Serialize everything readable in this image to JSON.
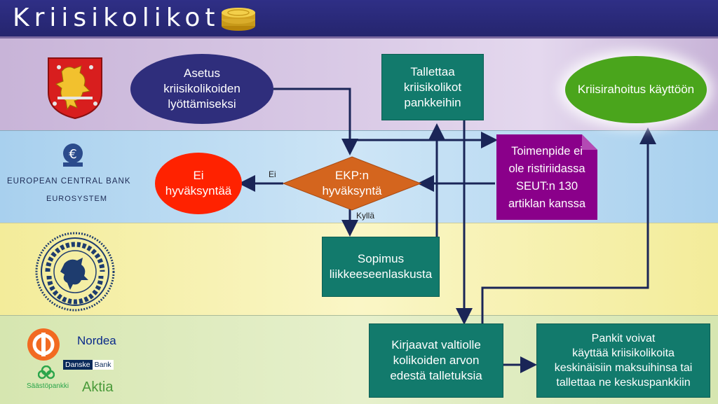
{
  "title": "Kriisikolikot",
  "logos": {
    "ecb_line1": "EUROPEAN CENTRAL BANK",
    "ecb_line2": "EUROSYSTEM",
    "nordea": "Nordea",
    "danske_left": "Danske",
    "danske_right": "Bank",
    "saastopankki": "Säästöpankki",
    "aktia": "Aktia"
  },
  "nodes": {
    "decree": [
      "Asetus",
      "kriisikolikoiden",
      "lyöttämiseksi"
    ],
    "deposit": [
      "Tallettaa",
      "kriisikolikot",
      "pankkeihin"
    ],
    "crisis_funding": "Kriisirahoitus käyttöön",
    "no_approval": [
      "Ei",
      "hyväksyntää"
    ],
    "ecb_approval": [
      "EKP:n",
      "hyväksyntä"
    ],
    "measure": [
      "Toimenpide ei",
      "ole ristiriidassa",
      "SEUT:n 130",
      "artiklan kanssa"
    ],
    "agreement": [
      "Sopimus",
      "liikkeeseenlaskusta"
    ],
    "record": [
      "Kirjaavat valtiolle",
      "kolikoiden arvon",
      "edestä talletuksia"
    ],
    "banks_use": [
      "Pankit voivat",
      "käyttää kriisikolikoita",
      "keskinäisiin maksuihinsa tai",
      "tallettaa ne keskuspankkiin"
    ]
  },
  "edge_labels": {
    "no": "Ei",
    "yes": "Kyllä"
  },
  "colors": {
    "title_bar": "#2f2f86",
    "ellipse_navy": "#2f2e7c",
    "teal": "#127a6c",
    "green": "#4aa51c",
    "red": "#ff2200",
    "orange": "#d4651e",
    "purple": "#8a008a",
    "arrow": "#1a2557"
  }
}
